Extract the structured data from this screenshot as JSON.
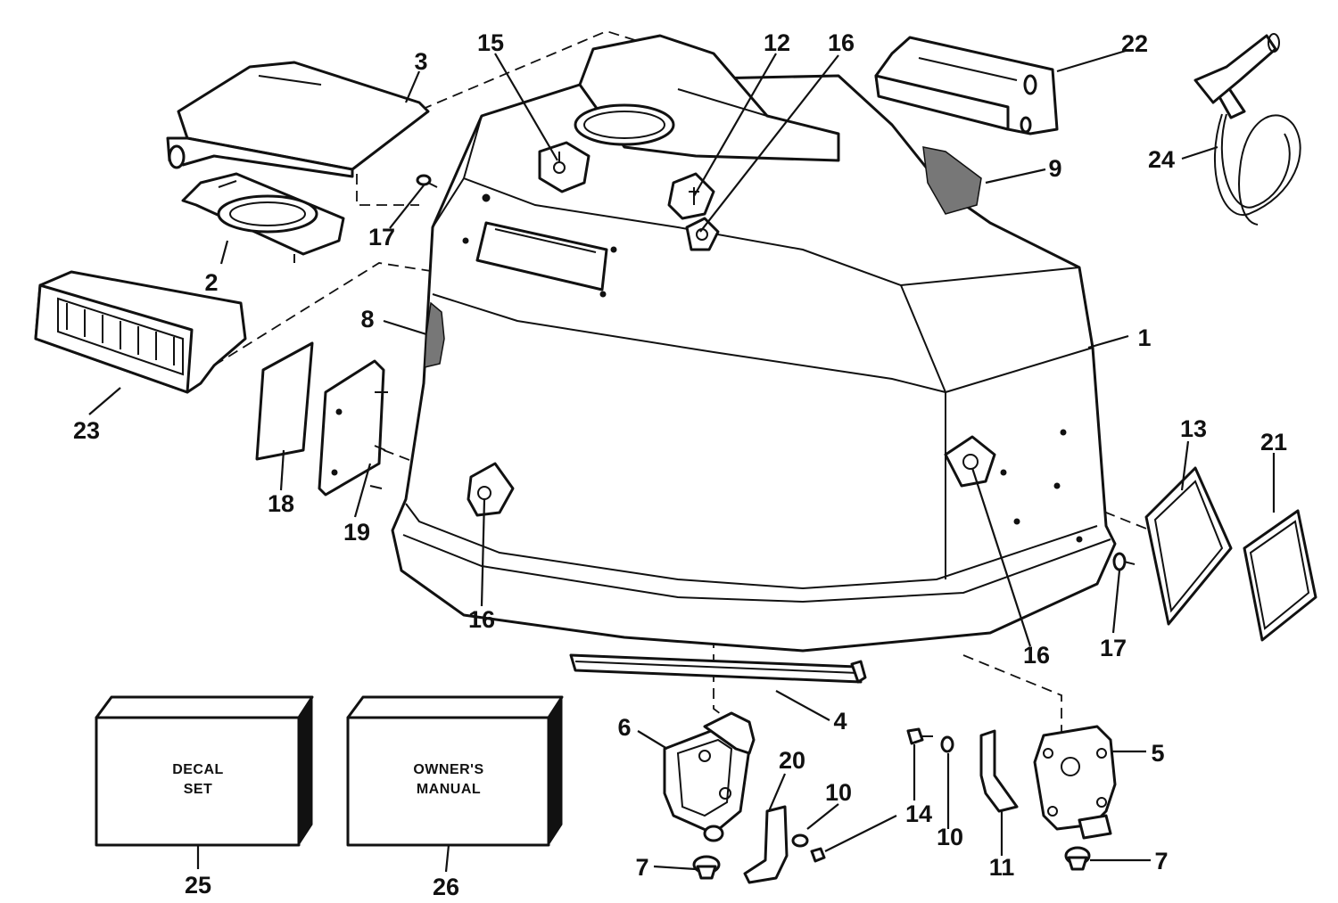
{
  "callouts": [
    {
      "id": "c1",
      "text": "1"
    },
    {
      "id": "c2",
      "text": "2"
    },
    {
      "id": "c3",
      "text": "3"
    },
    {
      "id": "c4",
      "text": "4"
    },
    {
      "id": "c5",
      "text": "5"
    },
    {
      "id": "c6",
      "text": "6"
    },
    {
      "id": "c7a",
      "text": "7"
    },
    {
      "id": "c7b",
      "text": "7"
    },
    {
      "id": "c8",
      "text": "8"
    },
    {
      "id": "c9",
      "text": "9"
    },
    {
      "id": "c10a",
      "text": "10"
    },
    {
      "id": "c10b",
      "text": "10"
    },
    {
      "id": "c11",
      "text": "11"
    },
    {
      "id": "c12",
      "text": "12"
    },
    {
      "id": "c13",
      "text": "13"
    },
    {
      "id": "c14a",
      "text": "14"
    },
    {
      "id": "c15",
      "text": "15"
    },
    {
      "id": "c16a",
      "text": "16"
    },
    {
      "id": "c16b",
      "text": "16"
    },
    {
      "id": "c16c",
      "text": "16"
    },
    {
      "id": "c17a",
      "text": "17"
    },
    {
      "id": "c17b",
      "text": "17"
    },
    {
      "id": "c18",
      "text": "18"
    },
    {
      "id": "c19",
      "text": "19"
    },
    {
      "id": "c20",
      "text": "20"
    },
    {
      "id": "c21",
      "text": "21"
    },
    {
      "id": "c22",
      "text": "22"
    },
    {
      "id": "c23",
      "text": "23"
    },
    {
      "id": "c24",
      "text": "24"
    },
    {
      "id": "c25",
      "text": "25"
    },
    {
      "id": "c26",
      "text": "26"
    }
  ],
  "boxes": {
    "decal_line1": "DECAL",
    "decal_line2": "SET",
    "manual_line1": "OWNER'S",
    "manual_line2": "MANUAL"
  }
}
